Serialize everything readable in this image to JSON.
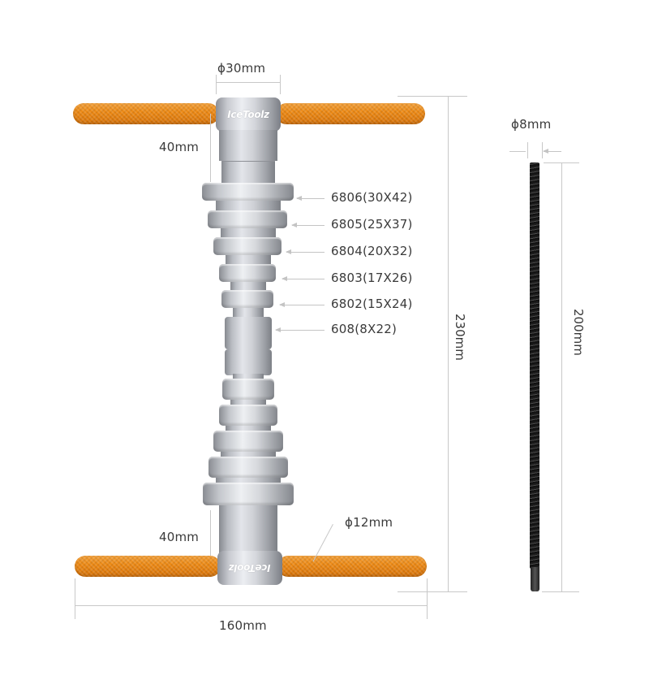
{
  "product": {
    "brand": "IceToolz",
    "colors": {
      "handle": "#ee8a14",
      "metal": "#c9cbd1",
      "rod": "#1c1c1c",
      "dimension_line": "#c8c8c8",
      "text": "#3a3a3a"
    }
  },
  "dimensions": {
    "top_diameter": "ϕ30mm",
    "top_height": "40mm",
    "bottom_height": "40mm",
    "handle_diameter": "ϕ12mm",
    "overall_width": "160mm",
    "overall_height": "230mm",
    "rod_diameter": "ϕ8mm",
    "rod_length": "200mm"
  },
  "bearing_labels": [
    {
      "label": "6806(30X42)"
    },
    {
      "label": "6805(25X37)"
    },
    {
      "label": "6804(20X32)"
    },
    {
      "label": "6803(17X26)"
    },
    {
      "label": "6802(15X24)"
    },
    {
      "label": "608(8X22)"
    }
  ]
}
